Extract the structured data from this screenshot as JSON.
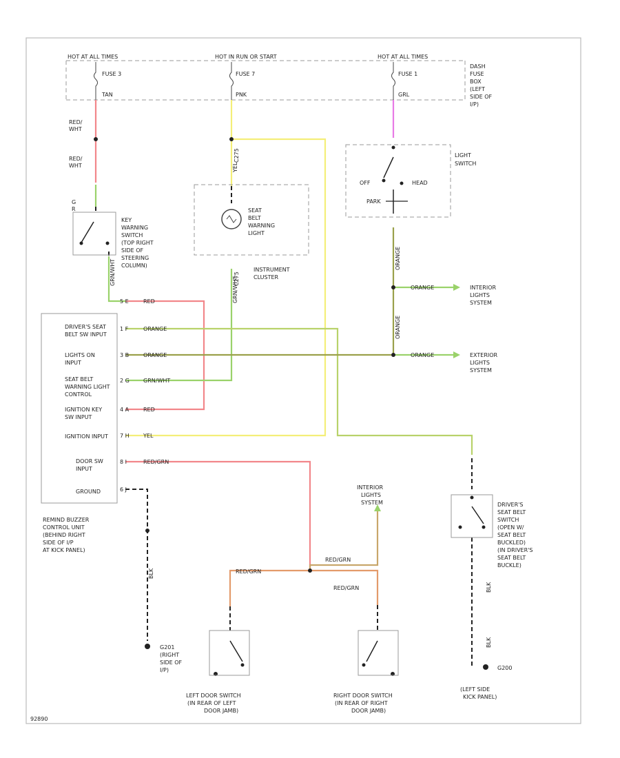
{
  "fuse_panel": {
    "sources": [
      "HOT AT ALL TIMES",
      "HOT IN RUN OR START",
      "HOT AT ALL TIMES"
    ],
    "fuses": [
      "FUSE 3",
      "FUSE 7",
      "FUSE 1"
    ],
    "fuse_wires": [
      "TAN",
      "PNK",
      "GRL"
    ],
    "box_label": [
      "DASH",
      "FUSE",
      "BOX",
      "(LEFT",
      "SIDE OF",
      "I/P)"
    ]
  },
  "wires": {
    "red_wht_1": [
      "RED/",
      "WHT"
    ],
    "red_wht_2": [
      "RED/",
      "WHT"
    ],
    "grn_wht": "GRN/WHT",
    "yel": "YEL",
    "grn_wht_vert": "GRN/WHT",
    "orange": "ORANGE",
    "red": "RED",
    "red_grn": "RED/GRN",
    "red_grn_2": "RED/GRN",
    "blk": "BLK"
  },
  "connectors": {
    "c275_a": "C275",
    "c275_b": "C275",
    "pin_labels": [
      "5  E",
      "1  F",
      "3  B",
      "2  G",
      "4  A",
      "7  H",
      "8  I",
      "6  J"
    ]
  },
  "key_warning_switch": [
    "KEY",
    "WARNING",
    "SWITCH",
    "(TOP RIGHT",
    "SIDE OF",
    "STEERING",
    "COLUMN)"
  ],
  "seat_belt_light": [
    "SEAT",
    "BELT",
    "WARNING",
    "LIGHT"
  ],
  "instrument_cluster": [
    "INSTRUMENT",
    "CLUSTER"
  ],
  "light_switch": {
    "title": [
      "LIGHT",
      "SWITCH"
    ],
    "off": "OFF",
    "head": "HEAD",
    "park": "PARK"
  },
  "interior_lights_right": [
    "INTERIOR",
    "LIGHTS",
    "SYSTEM"
  ],
  "exterior_lights": [
    "EXTERIOR",
    "LIGHTS",
    "SYSTEM"
  ],
  "control_unit": {
    "inputs": [
      [
        "DRIVER'S SEAT",
        "BELT SW INPUT"
      ],
      [
        "LIGHTS ON",
        "INPUT"
      ],
      [
        "SEAT BELT",
        "WARNING LIGHT",
        "CONTROL"
      ],
      [
        "IGNITION KEY",
        "SW INPUT"
      ],
      [
        "IGNITION INPUT"
      ],
      [
        "DOOR SW",
        "INPUT"
      ],
      [
        "GROUND"
      ]
    ],
    "caption": [
      "REMIND BUZZER",
      "CONTROL UNIT",
      "(BEHIND RIGHT",
      "SIDE OF I/P",
      "AT KICK PANEL)"
    ]
  },
  "interior_lights_bottom": [
    "INTERIOR",
    "LIGHTS",
    "SYSTEM"
  ],
  "drivers_belt_switch": [
    "DRIVER'S",
    "SEAT BELT",
    "SWITCH",
    "(OPEN W/",
    "SEAT BELT",
    "BUCKLED)",
    "(IN DRIVER'S",
    "SEAT BELT",
    "BUCKLE)"
  ],
  "grounds": {
    "g201": [
      "G201",
      "(RIGHT",
      "SIDE OF",
      "I/P)"
    ],
    "g200": "G200",
    "g200_loc": [
      "(LEFT SIDE",
      "KICK PANEL)"
    ]
  },
  "left_door_switch": [
    "LEFT DOOR SWITCH",
    "(IN REAR OF LEFT",
    "DOOR JAMB)"
  ],
  "right_door_switch": [
    "RIGHT DOOR SWITCH",
    "(IN REAR OF RIGHT",
    "DOOR JAMB)"
  ],
  "corner_code": "92890",
  "colors": {
    "red": "#f2868a",
    "yellow": "#f4ee78",
    "green": "#9ad26a",
    "olive": "#9aa04a",
    "orange": "#e39a6a",
    "pink": "#e87ae6",
    "tan": "#c8a66a",
    "dark": "#222222"
  }
}
